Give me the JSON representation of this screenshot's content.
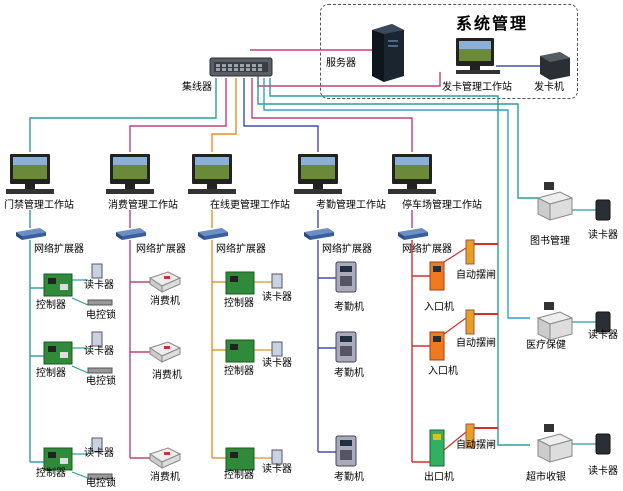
{
  "mgmt": {
    "title": "系统管理",
    "server": "服务器",
    "card_station": "发卡管理工作站",
    "card_issuer": "发卡机"
  },
  "hub": "集线器",
  "workstations": [
    "门禁管理工作站",
    "消费管理工作站",
    "在线更管理工作站",
    "考勤管理工作站",
    "停车场管理工作站"
  ],
  "expander": "网络扩展器",
  "door": {
    "controller": "控制器",
    "reader": "读卡器",
    "lock": "电控锁"
  },
  "consume": {
    "machine": "消费机"
  },
  "online": {
    "controller": "控制器",
    "reader": "读卡器"
  },
  "attendance": {
    "machine": "考勤机"
  },
  "parking": {
    "gate": "自动摆闸",
    "entrance": "入口机",
    "exit": "出口机"
  },
  "right": {
    "library": "图书管理",
    "medical": "医疗保健",
    "supermarket": "超市收银",
    "reader": "读卡器"
  },
  "colors": {
    "teal": "#2a9d9a",
    "magenta": "#c0407a",
    "orange": "#e0902a",
    "blue": "#4050b0",
    "red": "#d03030",
    "skyblue": "#30a0d0"
  }
}
